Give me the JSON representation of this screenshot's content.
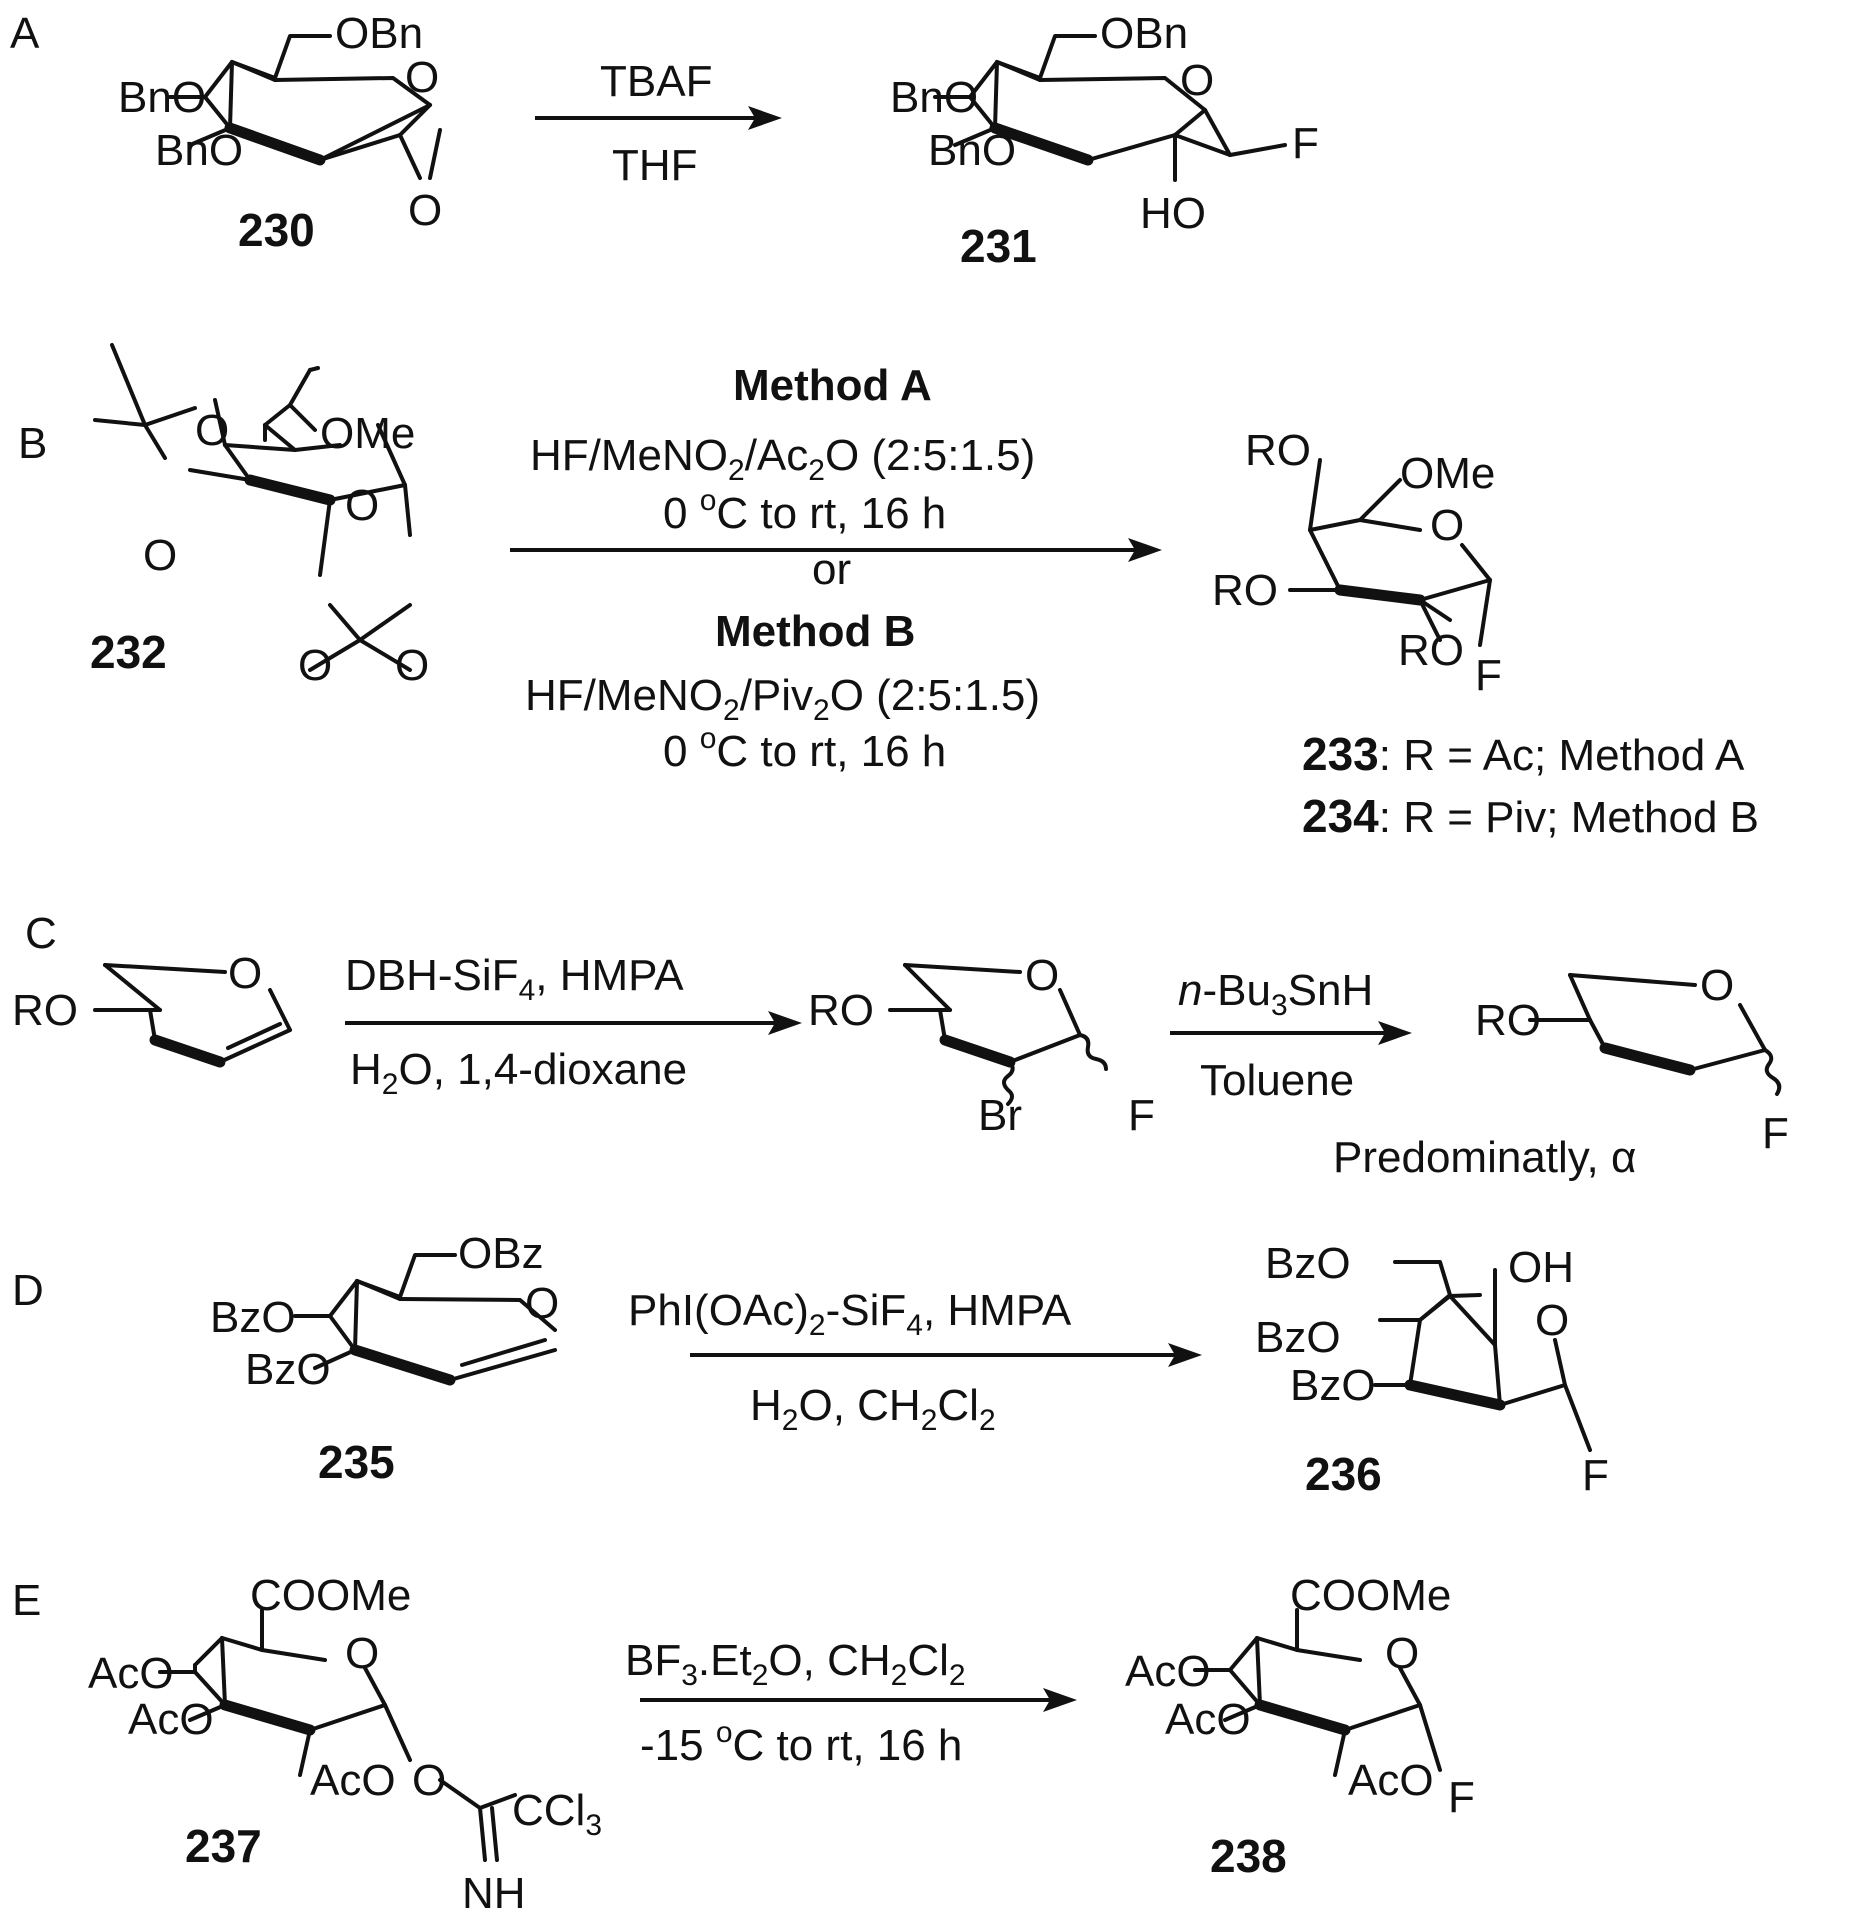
{
  "panels": {
    "A": "A",
    "B": "B",
    "C": "C",
    "D": "D",
    "E": "E"
  },
  "A": {
    "reagent_top": "TBAF",
    "reagent_bottom": "THF",
    "sm": {
      "id": "230",
      "obn": "OBn",
      "bno1": "BnO",
      "bno2": "BnO",
      "o_ring": "O",
      "o_epox": "O"
    },
    "pr": {
      "id": "231",
      "obn": "OBn",
      "bno1": "BnO",
      "bno2": "BnO",
      "o_ring": "O",
      "f": "F",
      "ho": "HO"
    }
  },
  "B": {
    "method_a": "Method A",
    "cond_a_parts": [
      "HF/MeNO",
      "2",
      "/Ac",
      "2",
      "O (2:5:1.5)"
    ],
    "temp_a_parts": [
      "0 ",
      "o",
      "C to rt, 16 h"
    ],
    "or": "or",
    "method_b": "Method B",
    "cond_b_parts": [
      "HF/MeNO",
      "2",
      "/Piv",
      "2",
      "O (2:5:1.5)"
    ],
    "temp_b_parts": [
      "0 ",
      "o",
      "C to rt, 16 h"
    ],
    "sm": {
      "id": "232",
      "ome": "OMe",
      "o1": "O",
      "o2": "O",
      "o_ring": "O",
      "o3": "O",
      "o4": "O"
    },
    "pr": {
      "ro1": "RO",
      "ro2": "RO",
      "ro3": "RO",
      "ome": "OMe",
      "o_ring": "O",
      "f": "F"
    },
    "legend": [
      {
        "id": "233",
        "text": ": R = Ac; Method A"
      },
      {
        "id": "234",
        "text": ": R = Piv; Method B"
      }
    ]
  },
  "C": {
    "reag1_top_parts": [
      "DBH-SiF",
      "4",
      ", HMPA"
    ],
    "reag1_bottom_parts": [
      "H",
      "2",
      "O, 1,4-dioxane"
    ],
    "reag2_top_parts": [
      "n",
      "-Bu",
      "3",
      "SnH"
    ],
    "reag2_bottom": "Toluene",
    "sm": {
      "ro": "RO",
      "o_ring": "O"
    },
    "mid": {
      "ro": "RO",
      "o_ring": "O",
      "br": "Br",
      "f": "F"
    },
    "pr": {
      "ro": "RO",
      "o_ring": "O",
      "f": "F"
    },
    "note": "Predominatly, α"
  },
  "D": {
    "reag_top_parts": [
      "PhI(OAc)",
      "2",
      "-SiF",
      "4",
      ", HMPA"
    ],
    "reag_bottom_parts": [
      "H",
      "2",
      "O, CH",
      "2",
      "Cl",
      "2"
    ],
    "sm": {
      "id": "235",
      "obz": "OBz",
      "bzo1": "BzO",
      "bzo2": "BzO",
      "o_ring": "O"
    },
    "pr": {
      "id": "236",
      "bzo_top": "BzO",
      "oh": "OH",
      "bzo1": "BzO",
      "bzo2": "BzO",
      "o_ring": "O",
      "f": "F"
    }
  },
  "E": {
    "reag_top_parts": [
      "BF",
      "3",
      ".Et",
      "2",
      "O, CH",
      "2",
      "Cl",
      "2"
    ],
    "reag_bottom_parts": [
      "-15 ",
      "o",
      "C to rt, 16 h"
    ],
    "sm": {
      "id": "237",
      "coome": "COOMe",
      "aco1": "AcO",
      "aco2": "AcO",
      "aco3": "AcO",
      "o_ring": "O",
      "o_link": "O",
      "ccl_parts": [
        "CCl",
        "3"
      ],
      "nh": "NH"
    },
    "pr": {
      "id": "238",
      "coome": "COOMe",
      "aco1": "AcO",
      "aco2": "AcO",
      "aco3": "AcO",
      "o_ring": "O",
      "f": "F"
    }
  }
}
